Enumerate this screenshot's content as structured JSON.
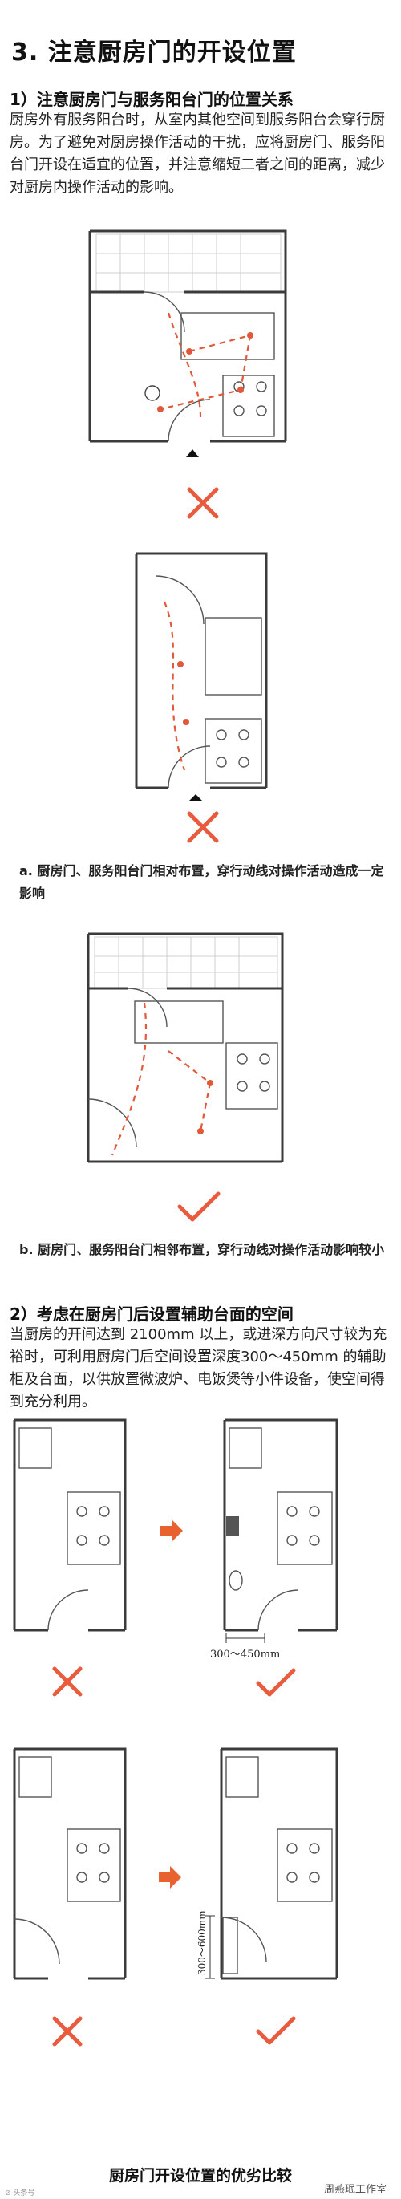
{
  "title": "3. 注意厨房门的开设位置",
  "section1": {
    "heading": "1）注意厨房门与服务阳台门的位置关系",
    "text": "厨房外有服务阳台时，从室内其他空间到服务阳台会穿行厨房。为了避免对厨房操作活动的干扰，应将厨房门、服务阳台门开设在适宜的位置，并注意缩短二者之间的距离，减少对厨房内操作活动的影响。",
    "caption_a": "a. 厨房门、服务阳台门相对布置，穿行动线对操作活动造成一定影响",
    "caption_b": "b. 厨房门、服务阳台门相邻布置，穿行动线对操作活动影响较小"
  },
  "section2": {
    "heading": "2）考虑在厨房门后设置辅助台面的空间",
    "text": "当厨房的开间达到 2100mm 以上，或进深方向尺寸较为充裕时，可利用厨房门后空间设置深度300～450mm 的辅助柜及台面，以供放置微波炉、电饭煲等小件设备，使空间得到充分利用。",
    "dim_h": "300～450mm",
    "dim_v": "300～600mm"
  },
  "footer": {
    "caption": "厨房门开设位置的优劣比较",
    "watermark": "周燕珉工作室",
    "wm_left": "⊘ 头条号"
  },
  "colors": {
    "cross": "#ea5a3c",
    "check": "#ea5a3c",
    "path": "#e2583a",
    "arrow": "#e8622f"
  }
}
